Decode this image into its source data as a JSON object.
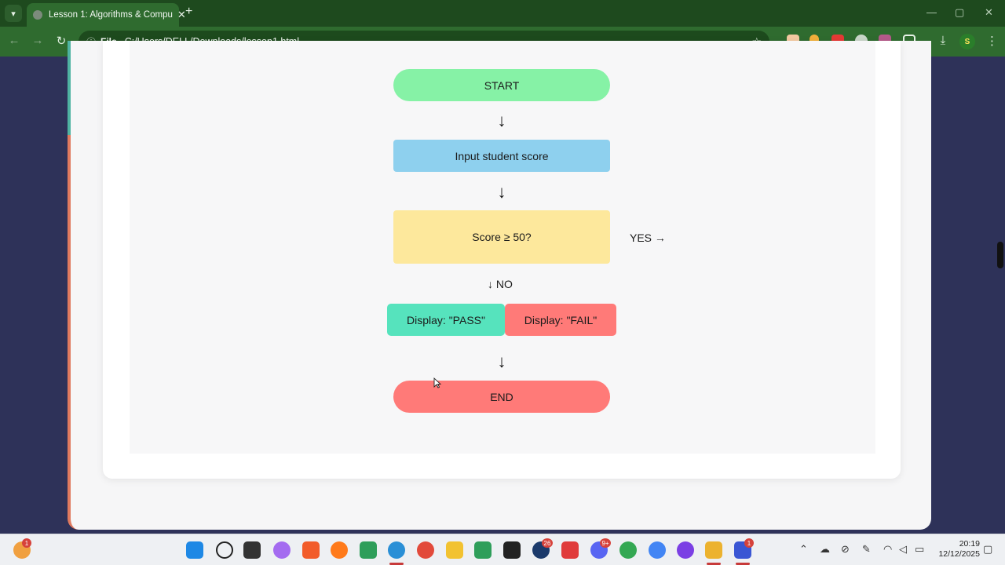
{
  "browser": {
    "tab_title": "Lesson 1: Algorithms & Compu",
    "new_tab": "+",
    "url_scheme": "File",
    "url": "C:/Users/DELL/Downloads/lesson1.html",
    "profile_initial": "S"
  },
  "flowchart": {
    "start": "START",
    "input": "Input student score",
    "decision": "Score ≥ 50?",
    "yes_label": "YES →",
    "no_label": "↓ NO",
    "pass": "Display: \"PASS\"",
    "fail": "Display: \"FAIL\"",
    "end": "END",
    "arrow": "↓",
    "colors": {
      "start": "#86f2a6",
      "input": "#8ed0ee",
      "decision": "#fde89c",
      "pass": "#56e3bd",
      "fail": "#ff7a78",
      "end": "#ff7a78"
    }
  },
  "taskbar": {
    "time": "20:19",
    "date": "12/12/2025",
    "badges": {
      "weather": "1",
      "app_26": "26",
      "discord": "9+",
      "slack": "1"
    }
  }
}
